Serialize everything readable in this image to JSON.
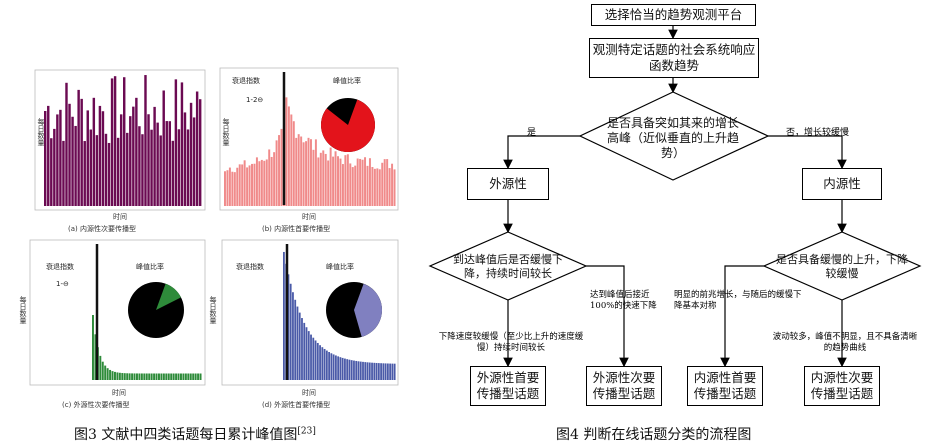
{
  "figure3": {
    "caption": "图3  文献中四类话题每日累计峰值图",
    "caption_ref": "[23]",
    "panels": [
      {
        "caption": "(a) 内源性次要传播型",
        "xlabel": "时间",
        "ylabel": "每日数量"
      },
      {
        "caption": "(b) 内源性首要传播型",
        "xlabel": "时间",
        "ylabel": "每日数量",
        "decay_label": "衰退指数",
        "decay_value": "1-2⊖",
        "peak_label": "峰值比率"
      },
      {
        "caption": "(c) 外源性次要传播型",
        "xlabel": "时间",
        "ylabel": "每日数量",
        "decay_label": "衰退指数",
        "decay_value": "1-⊖",
        "peak_label": "峰值比率"
      },
      {
        "caption": "(d) 外源性首要传播型",
        "xlabel": "时间",
        "ylabel": "每日数量",
        "decay_label": "衰退指数",
        "peak_label": "峰值比率"
      }
    ],
    "colors": {
      "a": "#6b0a52",
      "b": "#f08a8a",
      "c": "#2e8b3a",
      "d": "#4a5aa8",
      "pie_red": "#e3131b",
      "pie_green": "#2e8b3a",
      "pie_purple": "#8080c0"
    },
    "pie_fraction_highlight": {
      "b": 0.8,
      "c": 0.12,
      "d": 0.4
    }
  },
  "figure4": {
    "caption": "图4  判断在线话题分类的流程图",
    "nodes": {
      "start": "选择恰当的趋势观测平台",
      "observe": "观测特定话题的社会系统响应函数趋势",
      "q1": "是否具备突如其来的增长高峰（近似垂直的上升趋势）",
      "exo": "外源性",
      "endo": "内源性",
      "q2": "到达峰值后是否缓慢下降，持续时间较长",
      "q3": "是否具备缓慢的上升，下降较缓慢",
      "r1": "外源性首要传播型话题",
      "r2": "外源性次要传播型话题",
      "r3": "内源性首要传播型话题",
      "r4": "内源性次要传播型话题"
    },
    "edges": {
      "yes": "是",
      "no_slow": "否，增长较缓慢",
      "slow_fall": "下降速度较缓慢（至少比上升的速度缓慢）持续时间较长",
      "fast_fall": "达到峰值后接近100%的快速下降",
      "sym": "明显的前兆增长，与随后的缓慢下降基本对称",
      "noisy": "波动较多，峰值不明显，且不具备清晰的趋势曲线"
    }
  }
}
